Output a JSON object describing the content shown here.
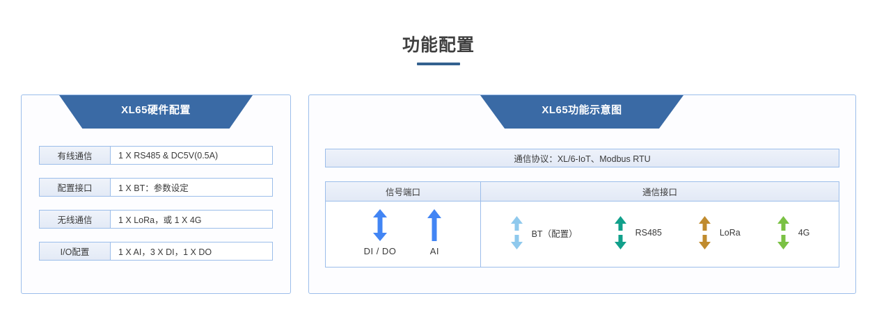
{
  "page": {
    "title": "功能配置"
  },
  "left_panel": {
    "banner_title": "XL65硬件配置",
    "rows": [
      {
        "label": "有线通信",
        "value": "1 X RS485 & DC5V(0.5A)"
      },
      {
        "label": "配置接口",
        "value": "1 X BT：参数设定"
      },
      {
        "label": "无线通信",
        "value": "1 X LoRa，或 1 X 4G"
      },
      {
        "label": "I/O配置",
        "value": "1 X AI，3 X DI，1 X DO"
      }
    ]
  },
  "right_panel": {
    "banner_title": "XL65功能示意图",
    "protocol": "通信协议：XL/6-IoT、Modbus RTU",
    "columns": {
      "signal": "信号端口",
      "comm": "通信接口"
    },
    "signal_ports": [
      {
        "label": "DI / DO",
        "icon": "bidirectional-arrow-icon",
        "color": "#4285F4",
        "direction": "both"
      },
      {
        "label": "AI",
        "icon": "up-arrow-icon",
        "color": "#4285F4",
        "direction": "up"
      }
    ],
    "comm_ports": [
      {
        "label": "BT（配置）",
        "icon": "bidirectional-arrow-icon",
        "color": "#8FC9ED",
        "direction": "both"
      },
      {
        "label": "RS485",
        "icon": "bidirectional-arrow-icon",
        "color": "#11A08B",
        "direction": "both"
      },
      {
        "label": "LoRa",
        "icon": "bidirectional-arrow-icon",
        "color": "#C08B2E",
        "direction": "both"
      },
      {
        "label": "4G",
        "icon": "bidirectional-arrow-icon",
        "color": "#7AC143",
        "direction": "both"
      }
    ]
  },
  "colors": {
    "banner": "#3A6AA5",
    "border": "#9BBDEA",
    "title_underline": "#33618F",
    "cell_header_bg": "#E6EDF8"
  }
}
